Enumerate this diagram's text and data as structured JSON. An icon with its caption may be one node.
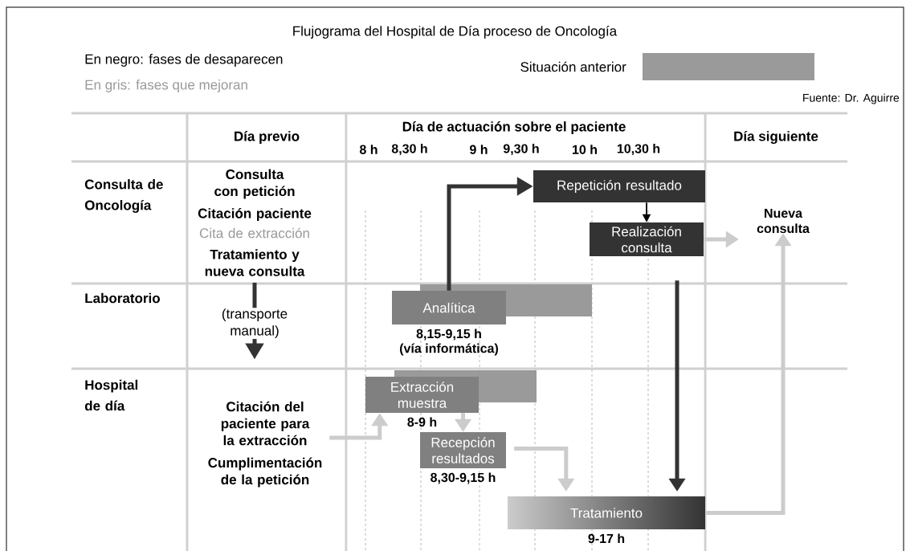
{
  "diagram": {
    "title": "Flujograma del Hospital de Día proceso de Oncología",
    "nodes": [
      {
        "text": [
          "Consulta con petición"
        ]
      },
      {
        "text": [
          "Citación paciente"
        ]
      },
      {
        "text": [
          "Cita de extracción"
        ]
      },
      {
        "text": [
          "Tratamiento y nueva consulta"
        ]
      },
      {
        "text": [
          "Citación del paciente para la extracción"
        ]
      },
      {
        "text": [
          "Cumplimentación de la petición"
        ]
      },
      {
        "text": [
          "Extracción muestra"
        ],
        "beside": [
          "8-9 h"
        ]
      },
      {
        "text": [
          "Recepción resultados"
        ],
        "beside": [
          "8,30-9,15 h"
        ]
      },
      {
        "text": [
          "Analítica"
        ],
        "beside": [
          "8,15-9,15 h",
          "(vía informática)"
        ]
      },
      {
        "text": [
          "Repetición resultado"
        ]
      },
      {
        "text": [
          "Realización consulta"
        ]
      },
      {
        "text": [
          "Nueva consulta"
        ]
      },
      {
        "text": [
          "Tratamiento"
        ],
        "beside": [
          "9-17 h"
        ]
      },
      {
        "text": [],
        "shape": "bar"
      },
      {
        "text": [],
        "shape": "bar"
      }
    ],
    "edges": [
      {
        "from": 8,
        "to": 9,
        "arrow": "to",
        "color": "#333333"
      },
      {
        "from": 9,
        "to": 10,
        "arrow": "to",
        "color": "#000000"
      },
      {
        "from": 10,
        "to": 11,
        "arrow": "to"
      },
      {
        "from": 3,
        "to": 4,
        "arrow": "to",
        "color": "#333333",
        "label": "(transporte manual)"
      },
      {
        "from": 4,
        "to": 6,
        "arrow": "to"
      },
      {
        "from": 6,
        "to": 7,
        "arrow": "to"
      },
      {
        "from": 7,
        "to": 12,
        "arrow": "to"
      },
      {
        "from": 10,
        "to": 12,
        "arrow": "to",
        "color": "#333333"
      },
      {
        "from": 12,
        "to": 11,
        "arrow": "to"
      }
    ],
    "labels": [
      "En negro: fases de desaparecen",
      "En gris: fases que mejoran",
      "Fuente: Dr. Aguirre",
      "Día previo",
      "Día de actuación sobre el paciente",
      "8 h",
      "8,30 h",
      "9 h",
      "9,30 h",
      "10 h",
      "10,30 h",
      "Día siguiente",
      "Consulta de Oncología",
      "Laboratorio",
      "Hospital de día"
    ],
    "legend": [
      {
        "text": "Situación anterior",
        "color": "#9a9a9a"
      }
    ]
  }
}
